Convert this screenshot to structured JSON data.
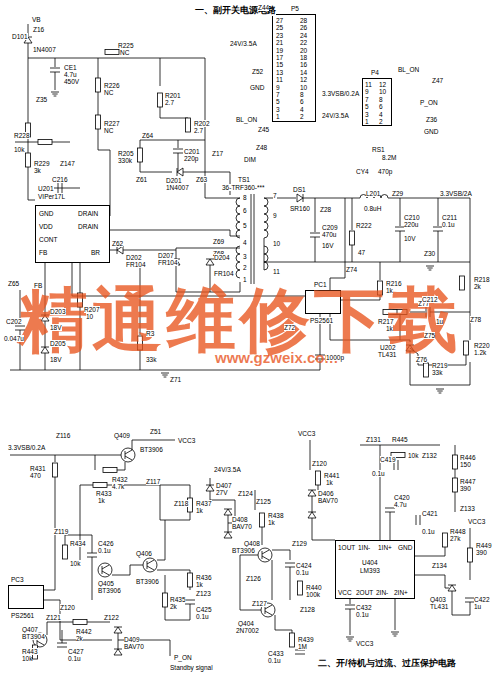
{
  "diagram": {
    "nodes": [
      {
        "text": [
          "U201",
          "VIPer17L",
          "GND",
          "DRAIN",
          "VDD",
          "DRAIN",
          "CONT",
          "FB",
          "BR"
        ]
      },
      {
        "text": [
          "P5"
        ]
      },
      {
        "text": [
          "P4"
        ]
      },
      {
        "text": [
          "PC1",
          "PS2561"
        ]
      },
      {
        "text": [
          "PC3",
          "PS2561"
        ]
      },
      {
        "text": [
          "U404",
          "LM393",
          "1OUT",
          "1IN-",
          "1IN+",
          "GND",
          "VCC",
          "2OUT",
          "2IN-",
          "2IN+"
        ]
      }
    ],
    "edges": [
      {
        "from": 3,
        "to": 0,
        "arrow": "none"
      }
    ],
    "labels": [
      "一、副开关电源电路",
      "二、开/待机与过流、过压保护电路",
      "精通维修下载",
      "www.gzweix.com",
      "VB",
      "D101",
      "Z16",
      "1N4007",
      "CE1",
      "4.7u",
      "450V",
      "Z35",
      "R225",
      "NC",
      "R226",
      "NC",
      "R227",
      "NC",
      "R228",
      "10k",
      "Z147",
      "R229",
      "3k",
      "C216",
      "R201",
      "2.7",
      "R202",
      "2.7",
      "Z64",
      "R205",
      "330k",
      "C201",
      "220p",
      "Z17",
      "Z61",
      "D201",
      "1N4007",
      "Z63",
      "Z44",
      "24V/3.5A",
      "Z52",
      "GND",
      "BL_ON",
      "Z45",
      "Z48",
      "DIM",
      "3.3VSB/0.2A",
      "BL_ON",
      "Z47",
      "P_ON",
      "24V/3.5A",
      "Z36",
      "GND",
      "RS1",
      "8.2M",
      "CY4",
      "470p",
      "TS1",
      "36-TRF360-***",
      "8",
      "6",
      "5",
      "4",
      "3",
      "2",
      "1",
      "7",
      "9",
      "10",
      "11",
      "DS1",
      "SR160",
      "Z28",
      "C209",
      "470u",
      "16V",
      "L201",
      "0.8uH",
      "Z29",
      "3.3VSB/2A",
      "R222",
      "47",
      "C210",
      "220u",
      "10V",
      "C211",
      "0.1u",
      "Z30",
      "R218",
      "2k",
      "Z74",
      "R216",
      "1k",
      "R217",
      "1k",
      "Z77",
      "C212",
      "1u",
      "Z78",
      "Z69",
      "Z68",
      "Z62",
      "D202",
      "FR104",
      "D207",
      "FR104",
      "D204",
      "FR104",
      "Z65",
      "FB",
      "C202",
      "0.047u",
      "D203",
      "18V",
      "D205",
      "18V",
      "R207",
      "10",
      "R3",
      "33k",
      "Z71",
      "Z72",
      "1000p",
      "U202",
      "TL431",
      "Z75",
      "Z76",
      "R219",
      "33k",
      "R220",
      "1.2k",
      "3.3VSB/0.2A",
      "Z116",
      "Q409",
      "BT3906",
      "Z51",
      "VCC3",
      "R432",
      "4.7k",
      "R431",
      "470",
      "Z117",
      "R433",
      "1k",
      "24V/3.5A",
      "D407",
      "27V",
      "Z124",
      "Z118",
      "R437",
      "1k",
      "D408",
      "BAV70",
      "Z119",
      "R434",
      "10k",
      "C426",
      "0.1u",
      "Q406",
      "BT3906",
      "R436",
      "1k",
      "Z123",
      "Q405",
      "BT3906",
      "R435",
      "2k",
      "C425",
      "0.1u",
      "Z120",
      "Q407",
      "BT3904",
      "Z121",
      "R442",
      "2k",
      "Z122",
      "R443",
      "10k",
      "C427",
      "0.1u",
      "D409",
      "BAV70",
      "P_ON",
      "Standby signal",
      "R438",
      "1k",
      "Z125",
      "Z129",
      "Q408",
      "BT3906",
      "C424",
      "0.1u",
      "R440",
      "100k",
      "Z126",
      "Z127",
      "Q404",
      "2N7002",
      "Z128",
      "R439",
      "1M",
      "C433",
      "0.1u",
      "VCC3",
      "Z120",
      "D406",
      "BAV70",
      "R441",
      "1k",
      "Z131",
      "R445",
      "10k",
      "C419",
      "0.1u",
      "Z132",
      "R446",
      "150",
      "R447",
      "390",
      "Z133",
      "C420",
      "4.7u",
      "C421",
      "0.1u",
      "R448",
      "27k",
      "VCC3",
      "R449",
      "390",
      "Z134",
      "Q403",
      "TL431",
      "C422",
      "1u",
      "C432",
      "0.1u",
      "VCC3",
      "27",
      "28",
      "25",
      "26",
      "23",
      "24",
      "21",
      "22",
      "19",
      "20",
      "17",
      "18",
      "15",
      "16",
      "13",
      "14",
      "11",
      "12",
      "9",
      "10",
      "7",
      "8",
      "5",
      "6",
      "3",
      "4",
      "1",
      "2",
      "11",
      "12",
      "9",
      "10",
      "7",
      "8",
      "5",
      "6",
      "3",
      "4",
      "1",
      "2"
    ]
  }
}
